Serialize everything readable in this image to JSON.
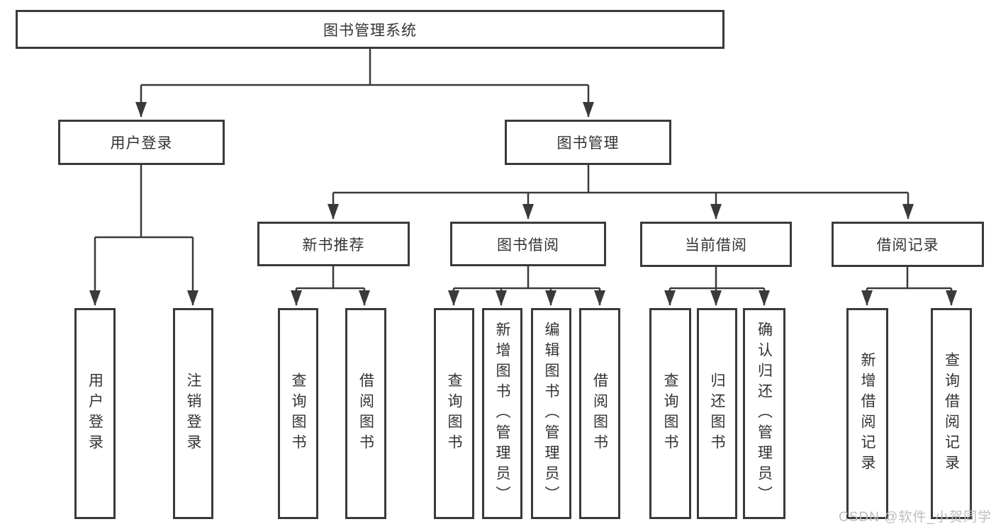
{
  "diagram": {
    "root": {
      "label": "图书管理系统"
    },
    "branches": [
      {
        "label": "用户登录",
        "children": [
          {
            "label": "用户登录"
          },
          {
            "label": "注销登录"
          }
        ]
      },
      {
        "label": "图书管理",
        "children": [
          {
            "label": "新书推荐",
            "children": [
              {
                "label": "查询图书"
              },
              {
                "label": "借阅图书"
              }
            ]
          },
          {
            "label": "图书借阅",
            "children": [
              {
                "label": "查询图书"
              },
              {
                "label": "新增图书（管理员）"
              },
              {
                "label": "编辑图书（管理员）"
              },
              {
                "label": "借阅图书"
              }
            ]
          },
          {
            "label": "当前借阅",
            "children": [
              {
                "label": "查询图书"
              },
              {
                "label": "归还图书"
              },
              {
                "label": "确认归还（管理员）"
              }
            ]
          },
          {
            "label": "借阅记录",
            "children": [
              {
                "label": "新增借阅记录"
              },
              {
                "label": "查询借阅记录"
              }
            ]
          }
        ]
      }
    ]
  },
  "watermark": {
    "text": "CSDN @软件_小贺同学"
  },
  "colors": {
    "line": "#3a3a3a",
    "box_border": "#3a3a3a",
    "box_fill": "#ffffff",
    "text": "#333333",
    "watermark": "#bdbdbd",
    "background": "#ffffff"
  }
}
